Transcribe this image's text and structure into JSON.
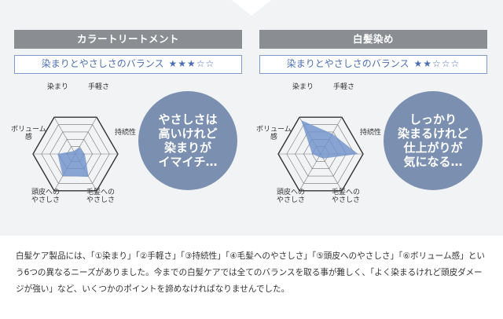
{
  "panels": [
    {
      "title": "カラートリートメント",
      "rating_label": "染まりとやさしさのバランス",
      "stars": "★★★☆☆",
      "bubble_text": "やさしさは\n高いけれど\n染まりが\nイマイチ…",
      "radar_values": [
        0.08,
        0.18,
        0.22,
        0.62,
        0.6,
        0.42
      ],
      "labels": [
        "染まり",
        "手軽さ",
        "持続性",
        "毛髪への\nやさしさ",
        "頭皮への\nやさしさ",
        "ボリューム\n感"
      ]
    },
    {
      "title": "白髪染め",
      "rating_label": "染まりとやさしさのバランス",
      "stars": "★★☆☆☆",
      "bubble_text": "しっかり\n染まるけれど\n仕上がりが\n気になる…",
      "radar_values": [
        0.92,
        0.55,
        0.88,
        0.12,
        0.08,
        0.2
      ],
      "labels": [
        "染まり",
        "手軽さ",
        "持続性",
        "毛髪への\nやさしさ",
        "頭皮への\nやさしさ",
        "ボリューム\n感"
      ]
    }
  ],
  "description": "白髪ケア製品には、「①染まり」「②手軽さ」「③持続性」「④毛髪へのやさしさ」「⑤頭皮へのやさしさ」「⑥ボリューム感」という6つの異なるニーズがありました。今までの白髪ケアでは全てのバランスを取る事が難しく、「よく染まるけれど頭皮ダメージが強い」など、いくつかのポイントを諦めなければなりませんでした。",
  "colors": {
    "accent": "#7d9ad0",
    "bubble": "#7b8fb0",
    "header": "#8a8d92",
    "fill": "#6f92cc"
  }
}
